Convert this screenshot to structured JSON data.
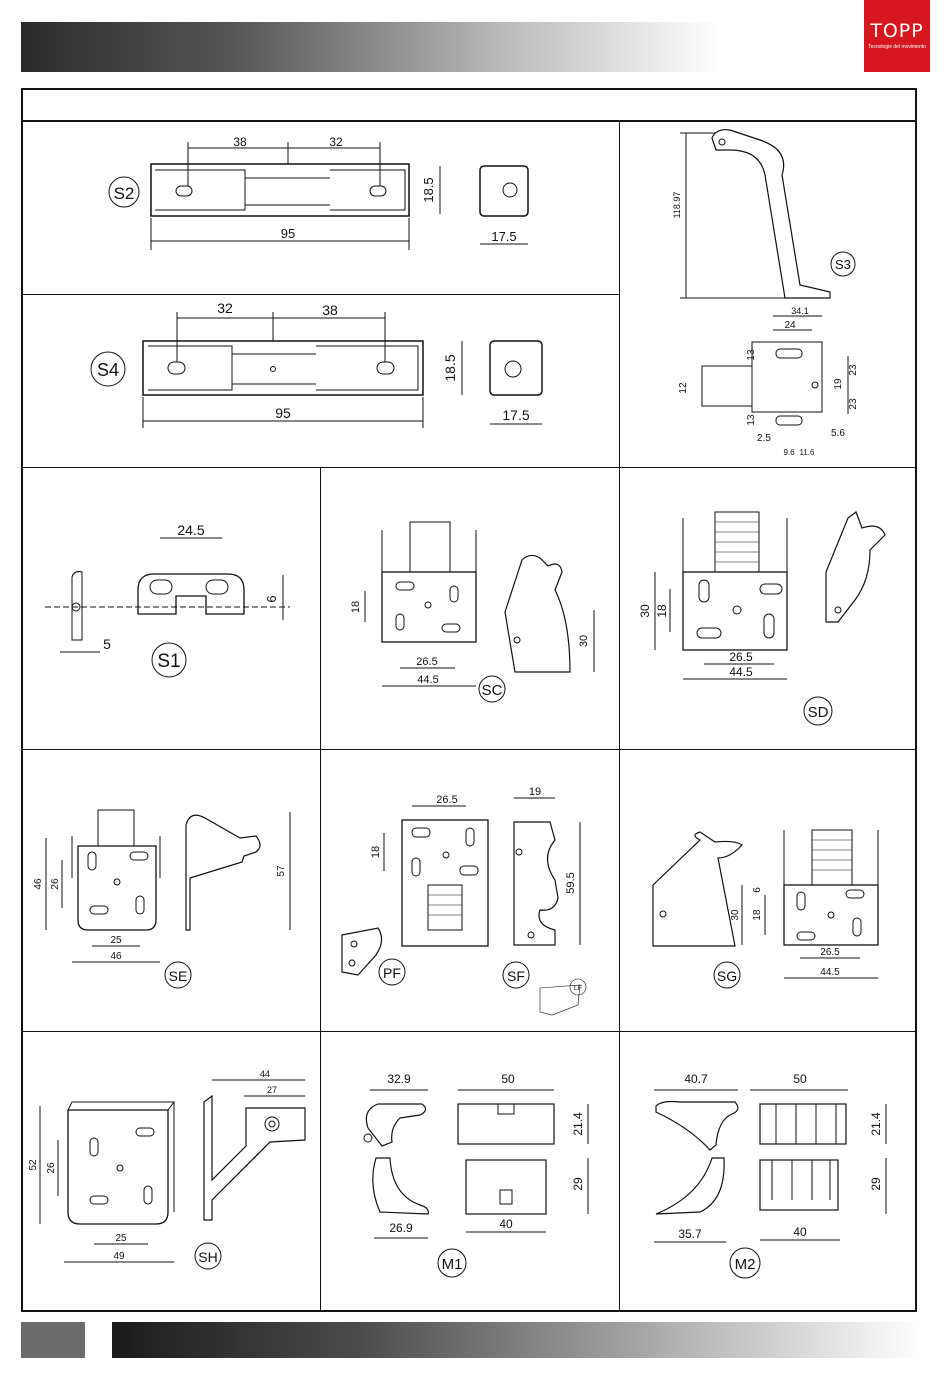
{
  "logo": {
    "brand": "TOPP",
    "tagline": "Tecnologie del movimento"
  },
  "labels": {
    "S2": "S2",
    "S3": "S3",
    "S4": "S4",
    "S1": "S1",
    "SC": "SC",
    "SD": "SD",
    "SE": "SE",
    "PF": "PF",
    "SF": "SF",
    "LF": "LF",
    "SG": "SG",
    "SH": "SH",
    "M1": "M1",
    "M2": "M2"
  },
  "dims": {
    "s2": {
      "a": "38",
      "b": "32",
      "len": "95",
      "h": "18.5",
      "w": "17.5"
    },
    "s4": {
      "a": "32",
      "b": "38",
      "len": "95",
      "h": "18.5",
      "w": "17.5"
    },
    "s3": {
      "h": "118.97",
      "w1": "34.1",
      "w2": "24",
      "v1": "13",
      "v2": "12",
      "v3": "13",
      "v4": "19",
      "v5": "23",
      "v6": "23",
      "b1": "2.5",
      "b2": "9.6",
      "b3": "11.6",
      "b4": "5.6"
    },
    "s1": {
      "w": "24.5",
      "h": "6",
      "t": "5"
    },
    "sc": {
      "h": "18",
      "w1": "26.5",
      "w2": "44.5",
      "side": "30"
    },
    "sd": {
      "h1": "30",
      "h2": "18",
      "w1": "26.5",
      "w2": "44.5"
    },
    "se": {
      "h1": "46",
      "h2": "26",
      "w1": "25",
      "w2": "46",
      "side": "57"
    },
    "pf": {
      "w": "26.5",
      "h": "18",
      "sw": "19",
      "sh": "59.5"
    },
    "sg": {
      "h1": "6",
      "h2": "18",
      "h3": "30",
      "w1": "26.5",
      "w2": "44.5"
    },
    "sh": {
      "h1": "52",
      "h2": "26",
      "w1": "25",
      "w2": "49",
      "t1": "44",
      "t2": "27"
    },
    "m1": {
      "a": "32.9",
      "b": "50",
      "c": "21.4",
      "d": "29",
      "e": "26.9",
      "f": "40"
    },
    "m2": {
      "a": "40.7",
      "b": "50",
      "c": "21.4",
      "d": "29",
      "e": "35.7",
      "f": "40"
    }
  }
}
